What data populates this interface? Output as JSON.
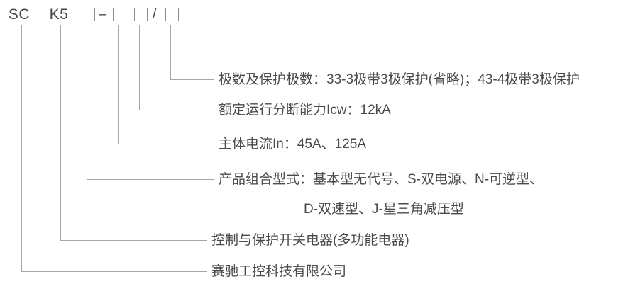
{
  "diagram": {
    "title": "SCK5 product model designation diagram",
    "line_color": "#a6a6a6",
    "text_color": "#4a4a4a",
    "model_code": {
      "tokens": [
        {
          "id": "brand",
          "text": "SC"
        },
        {
          "id": "series",
          "text": "K5"
        },
        {
          "id": "box-1",
          "text": "□"
        },
        {
          "id": "dash-1",
          "text": "–"
        },
        {
          "id": "box-2",
          "text": "□"
        },
        {
          "id": "box-3",
          "text": "□"
        },
        {
          "id": "slash-1",
          "text": "/"
        },
        {
          "id": "box-4",
          "text": "□"
        }
      ]
    },
    "callouts": [
      {
        "id": "poles",
        "text": "极数及保护极数：33-3极带3极保护(省略)；43-4极带3极保护"
      },
      {
        "id": "breaking-capacity",
        "text": "额定运行分断能力Icw：12kA"
      },
      {
        "id": "rated-current",
        "text": "主体电流In：45A、125A"
      },
      {
        "id": "combination-type",
        "text": "产品组合型式：基本型无代号、S-双电源、N-可逆型、"
      },
      {
        "id": "combination-type-cont",
        "text": "D-双速型、J-星三角减压型"
      },
      {
        "id": "device-category",
        "text": "控制与保护开关电器(多功能电器)"
      },
      {
        "id": "company",
        "text": "赛驰工控科技有限公司"
      }
    ]
  }
}
